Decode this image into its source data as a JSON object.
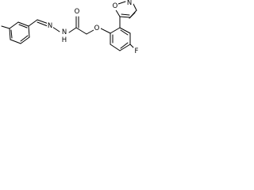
{
  "molecule": {
    "atom_labels": {
      "n_imine": "N",
      "n_hydrazide": "N",
      "h_hydrazide": "H",
      "o_carbonyl": "O",
      "o_ether": "O",
      "o_isoxazole": "O",
      "n_isoxazole": "N",
      "fluorine": "F"
    },
    "colors": {
      "bond": "#000000",
      "label": "#000000",
      "background": "#ffffff"
    }
  }
}
